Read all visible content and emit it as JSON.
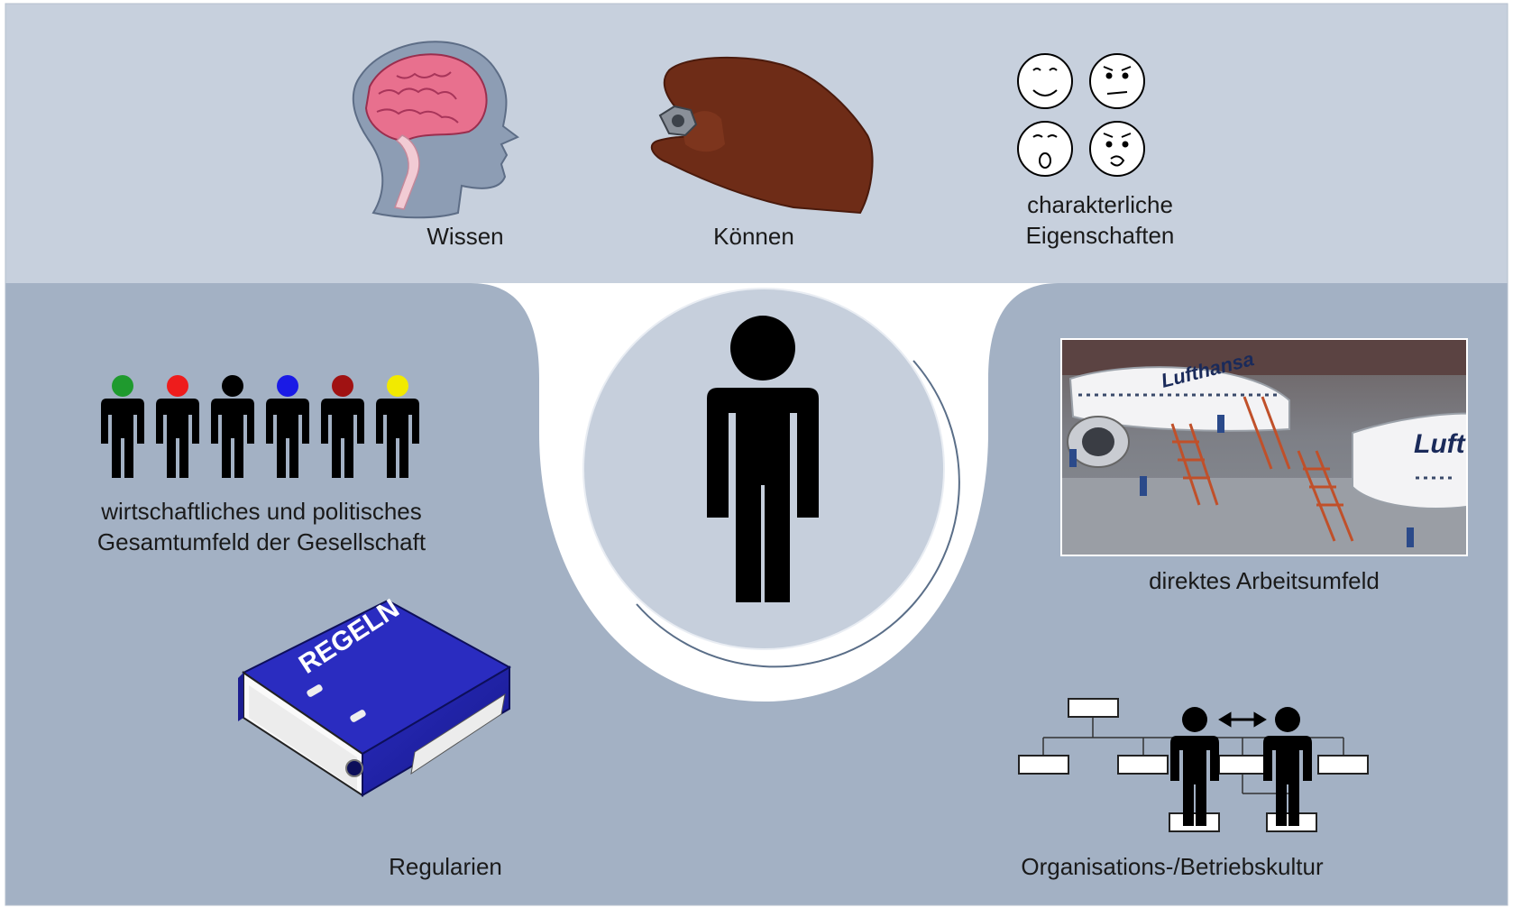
{
  "colors": {
    "top_band": "#c7d0dd",
    "bottom_band": "#a3b1c4",
    "center_disc": "#c6cfdc",
    "figure": "#000000",
    "binder": "#1f21a8",
    "brain": "#e8708e",
    "hand": "#6e2c17",
    "head": "#8d9db4"
  },
  "top_items": {
    "knowledge": {
      "label": "Wissen",
      "icon": "brain-head-icon"
    },
    "skill": {
      "label": "Können",
      "icon": "hand-holding-nut-icon"
    },
    "character": {
      "label_line1": "charakterliche",
      "label_line2": "Eigenschaften",
      "icon": "emotion-faces-icon"
    }
  },
  "center": {
    "icon": "person-icon"
  },
  "left_items": {
    "society": {
      "label_line1": "wirtschaftliches und politisches",
      "label_line2": "Gesamtumfeld der Gesellschaft",
      "icon": "group-of-people-icon",
      "head_colors": [
        "#1f9a2e",
        "#ee1c1c",
        "#000000",
        "#1a1ae6",
        "#a01212",
        "#f2ea00"
      ]
    },
    "rules": {
      "label": "Regularien",
      "icon": "binder-icon",
      "binder_text": "REGELN"
    }
  },
  "right_items": {
    "workplace": {
      "label": "direktes Arbeitsumfeld",
      "icon": "aircraft-hangar-photo",
      "photo_text_1": "Lufthansa",
      "photo_text_2": "Luft"
    },
    "culture": {
      "label": "Organisations-/Betriebskultur",
      "icon": "org-chart-people-icon"
    }
  }
}
